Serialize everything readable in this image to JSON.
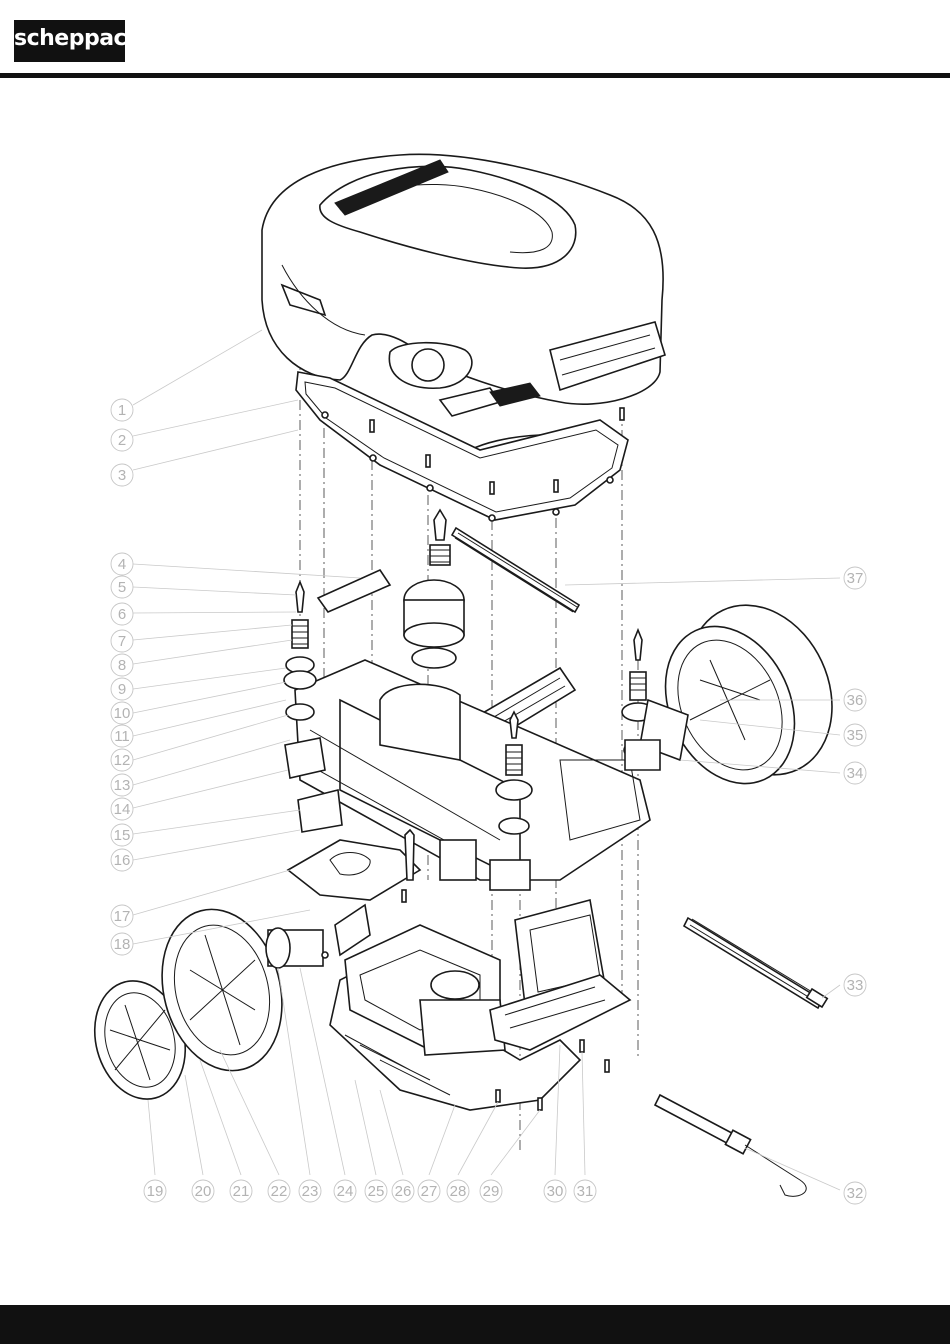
{
  "brand": {
    "name": "scheppach"
  },
  "colors": {
    "ink": "#111111",
    "callout": "#b3b3b3",
    "background": "#ffffff"
  },
  "diagram": {
    "type": "exploded-view",
    "callouts": [
      "1",
      "2",
      "3",
      "4",
      "5",
      "6",
      "7",
      "8",
      "9",
      "10",
      "11",
      "12",
      "13",
      "14",
      "15",
      "16",
      "17",
      "18",
      "19",
      "20",
      "21",
      "22",
      "23",
      "24",
      "25",
      "26",
      "27",
      "28",
      "29",
      "30",
      "31",
      "32",
      "33",
      "34",
      "35",
      "36",
      "37"
    ]
  }
}
